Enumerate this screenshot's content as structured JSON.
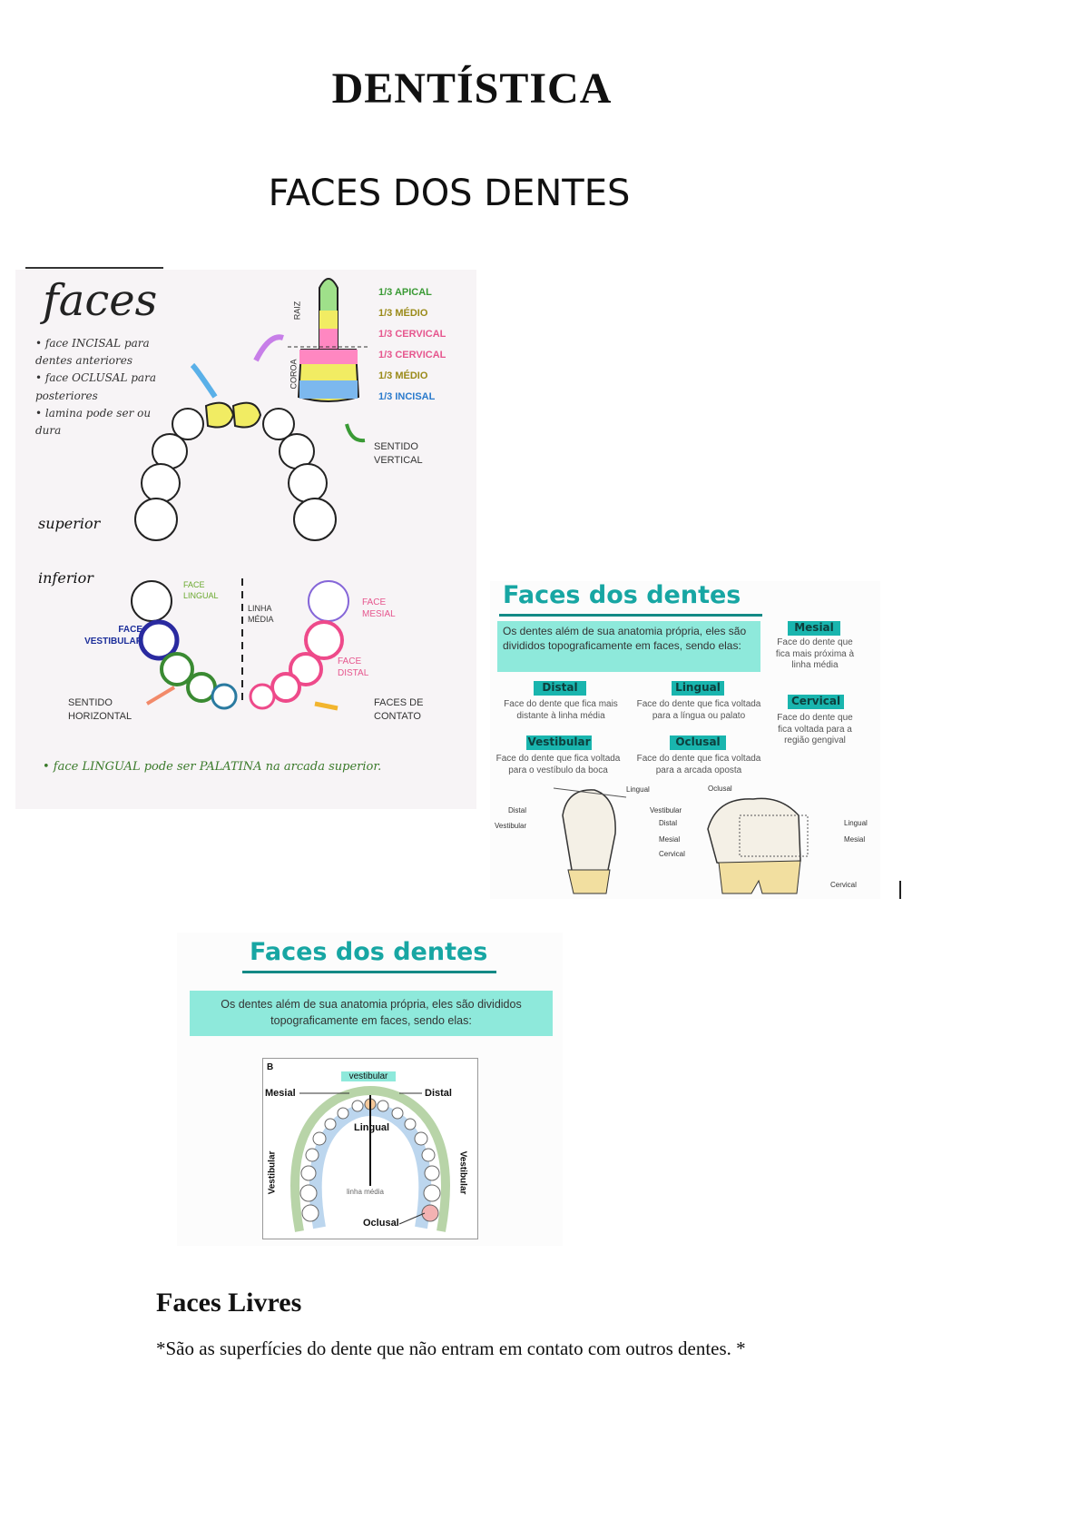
{
  "document": {
    "title": "DENTÍSTICA",
    "subtitle": "FACES DOS DENTES",
    "section_heading": "Faces Livres",
    "section_text": "*São as superfícies do dente que não entram em contato com outros dentes. *"
  },
  "sketch": {
    "heading": "faces",
    "notes": [
      "• face INCISAL para dentes anteriores",
      "• face OCLUSAL para posteriores",
      "• lamina pode ser ou dura"
    ],
    "root_label": "RAIZ",
    "crown_label": "COROA",
    "thirds": [
      "1/3 APICAL",
      "1/3 MÉDIO",
      "1/3 CERVICAL",
      "1/3 CERVICAL",
      "1/3 MÉDIO",
      "1/3 INCISAL"
    ],
    "vertical": "SENTIDO VERTICAL",
    "superior": "superior",
    "inferior": "inferior",
    "face_lingual": "FACE LINGUAL",
    "linha_media": "LINHA MÉDIA",
    "face_mesial": "FACE MESIAL",
    "face_vestibular": "FACE VESTIBULAR",
    "face_distal": "FACE DISTAL",
    "horizontal": "SENTIDO HORIZONTAL",
    "faces_contato": "FACES DE CONTATO",
    "footer": "• face LINGUAL pode ser PALATINA na arcada superior."
  },
  "card1": {
    "heading": "Faces dos dentes",
    "intro": "Os dentes além de sua anatomia própria, eles são divididos topograficamente em faces, sendo elas:",
    "mesial": "Mesial",
    "mesial_desc": "Face do dente que fica mais próxima à linha média",
    "distal": "Distal",
    "distal_desc": "Face do dente que fica mais distante à linha média",
    "lingual": "Lingual",
    "lingual_desc": "Face do dente que fica voltada para a língua ou palato",
    "cervical": "Cervical",
    "cervical_desc": "Face do dente que fica voltada para a região gengival",
    "vestibular": "Vestibular",
    "vestibular_desc": "Face do dente que fica voltada para o vestíbulo da boca",
    "oclusal": "Oclusal",
    "oclusal_desc": "Face do dente que fica voltada para a arcada oposta",
    "diagram_labels": {
      "lingual": "Lingual",
      "distal": "Distal",
      "vestibular": "Vestibular",
      "oclusal": "Oclusal",
      "vestibular2": "Vestibular",
      "distal2": "Distal",
      "mesial": "Mesial",
      "cervical": "Cervical",
      "lingual2": "Lingual",
      "mesial2": "Mesial",
      "cervical2": "Cervical"
    }
  },
  "card2": {
    "heading": "Faces dos dentes",
    "intro": "Os dentes além de sua anatomia própria, eles são divididos topograficamente em faces, sendo elas:",
    "letter": "B",
    "vestibular_tag": "vestibular",
    "mesial": "Mesial",
    "distal": "Distal",
    "lingual": "Lingual",
    "vestibular_left": "Vestibular",
    "vestibular_right": "Vestibular",
    "linha_media": "linha média",
    "oclusal": "Oclusal"
  }
}
